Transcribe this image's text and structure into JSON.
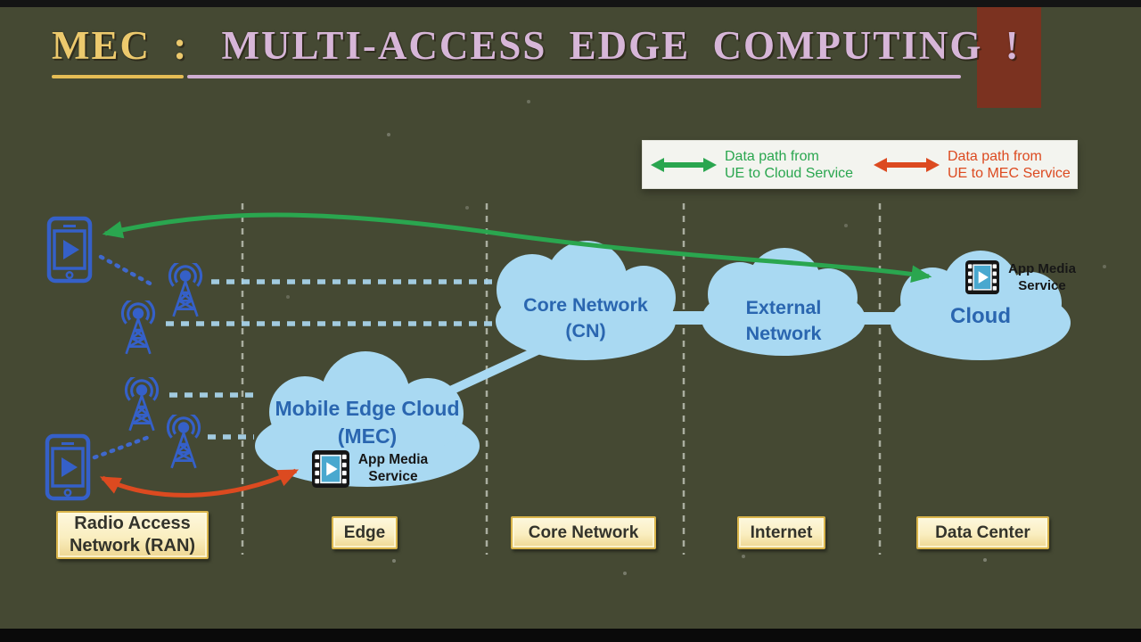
{
  "title": {
    "prefix": "MEC :",
    "main": "MULTI-ACCESS EDGE COMPUTING !"
  },
  "legend": {
    "cloud_path": {
      "line1": "Data path from",
      "line2": "UE to Cloud Service"
    },
    "mec_path": {
      "line1": "Data path from",
      "line2": "UE to MEC Service"
    }
  },
  "clouds": {
    "mec": {
      "line1": "Mobile Edge Cloud",
      "line2": "(MEC)"
    },
    "cn": {
      "line1": "Core Network",
      "line2": "(CN)"
    },
    "external": {
      "line1": "External",
      "line2": "Network"
    },
    "cloud": {
      "label": "Cloud"
    }
  },
  "services": {
    "app_media": {
      "line1": "App Media",
      "line2": "Service"
    }
  },
  "zones": {
    "ran": {
      "line1": "Radio Access",
      "line2": "Network (RAN)"
    },
    "edge": {
      "label": "Edge"
    },
    "core": {
      "label": "Core Network"
    },
    "internet": {
      "label": "Internet"
    },
    "datacenter": {
      "label": "Data Center"
    }
  },
  "icons": {
    "ue_device": "smartphone-media-player-icon",
    "base_station": "radio-tower-broadcast-icon",
    "app_media_service": "filmstrip-play-icon",
    "legend_arrows": "double-headed-arrow-icon"
  },
  "colors": {
    "title_gold": "#ecc96d",
    "title_pink": "#d7b6d8",
    "cloud_fill": "#a9d9f2",
    "cloud_text_blue": "#2a66b0",
    "ue_cloud_path_green": "#2aa64f",
    "ue_mec_path_red": "#dc4a20",
    "device_blue": "#3560c8",
    "radio_link_blue": "#a7d3ea",
    "zone_label_bg": "#faeec0",
    "zone_label_border": "#d9b44a",
    "legend_bg": "#f3f4ef",
    "media_icon_teal": "#49a8cf",
    "accent_maroon": "#7b3220"
  }
}
